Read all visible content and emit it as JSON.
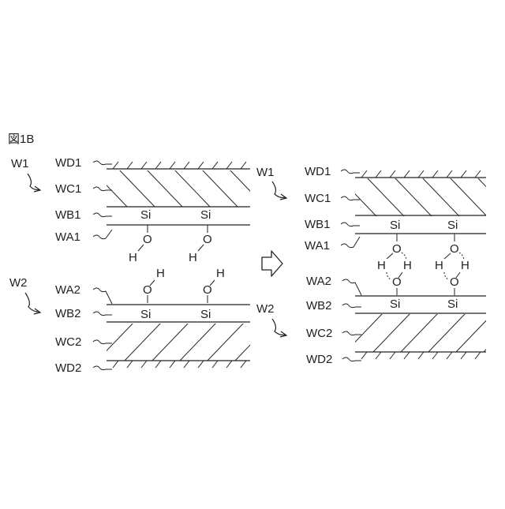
{
  "figure_title": "図1B",
  "left": {
    "wafer1_tag": "W1",
    "wafer2_tag": "W2",
    "wafer1_layers": [
      "WD1",
      "WC1",
      "WB1",
      "WA1"
    ],
    "wafer2_layers": [
      "WA2",
      "WB2",
      "WC2",
      "WD2"
    ]
  },
  "right": {
    "wafer1_tag": "W1",
    "wafer2_tag": "W2",
    "wafer1_layers": [
      "WD1",
      "WC1",
      "WB1",
      "WA1"
    ],
    "wafer2_layers": [
      "WA2",
      "WB2",
      "WC2",
      "WD2"
    ]
  },
  "atoms": {
    "silicon": "Si",
    "oxygen": "O",
    "hydrogen": "H"
  },
  "arrow_icon": "process-arrow-icon"
}
